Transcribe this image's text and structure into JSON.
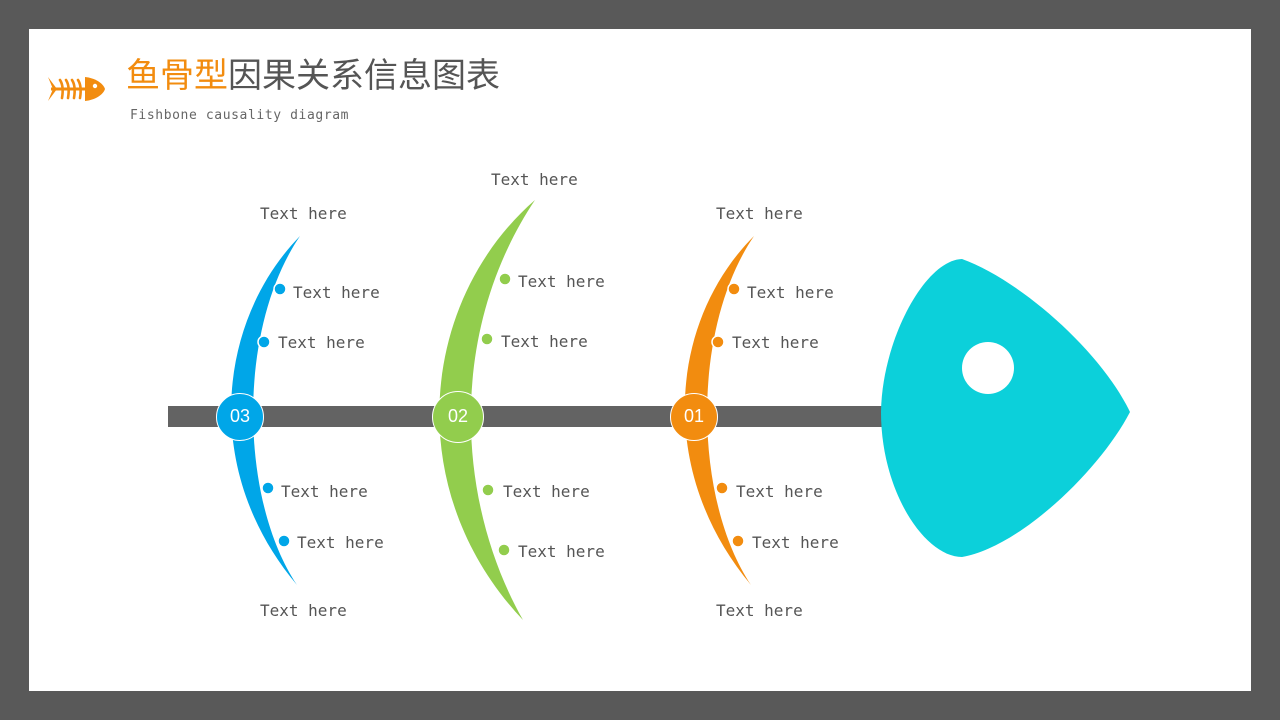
{
  "header": {
    "title_accent": "鱼骨型",
    "title_rest": "因果关系信息图表",
    "subtitle": "Fishbone causality diagram"
  },
  "colors": {
    "background": "#595959",
    "accent_orange": "#F28C0F",
    "blue": "#00A6E8",
    "green": "#92CD4D",
    "orange": "#F28C0F",
    "teal": "#0CD0DA",
    "spine": "#636363",
    "text": "#555555"
  },
  "logo": {
    "icon": "fish-skeleton-icon"
  },
  "bones": [
    {
      "number": "01",
      "color": "orange",
      "top_label": "Text here",
      "bottom_label": "Text here",
      "upper_points": [
        "Text here",
        "Text here"
      ],
      "lower_points": [
        "Text here",
        "Text here"
      ]
    },
    {
      "number": "02",
      "color": "green",
      "top_label": "Text here",
      "upper_points": [
        "Text here",
        "Text here"
      ],
      "lower_points": [
        "Text here",
        "Text here"
      ]
    },
    {
      "number": "03",
      "color": "blue",
      "top_label": "Text here",
      "bottom_label": "Text here",
      "upper_points": [
        "Text here",
        "Text here"
      ],
      "lower_points": [
        "Text here",
        "Text here"
      ]
    }
  ],
  "head": {
    "shape": "fish-head",
    "color": "teal"
  }
}
